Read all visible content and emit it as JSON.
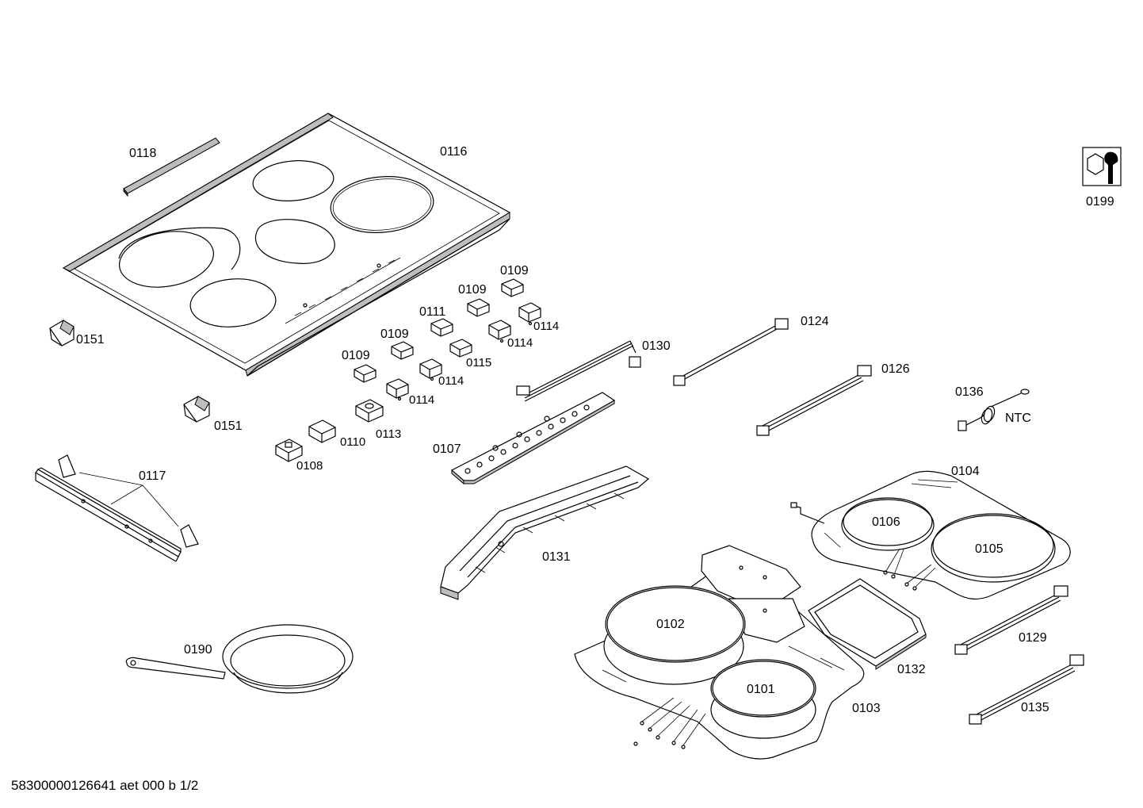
{
  "labels": {
    "p0101": "0101",
    "p0102": "0102",
    "p0103": "0103",
    "p0104": "0104",
    "p0105": "0105",
    "p0106": "0106",
    "p0107": "0107",
    "p0108": "0108",
    "p0109a": "0109",
    "p0109b": "0109",
    "p0109c": "0109",
    "p0109d": "0109",
    "p0110": "0110",
    "p0111": "0111",
    "p0113": "0113",
    "p0114a": "0114",
    "p0114b": "0114",
    "p0114c": "0114",
    "p0114d": "0114",
    "p0115": "0115",
    "p0116": "0116",
    "p0117": "0117",
    "p0118": "0118",
    "p0124": "0124",
    "p0126": "0126",
    "p0129": "0129",
    "p0130": "0130",
    "p0131": "0131",
    "p0132": "0132",
    "p0135": "0135",
    "p0136": "0136",
    "ntc": "NTC",
    "p0151a": "0151",
    "p0151b": "0151",
    "p0190": "0190",
    "p0199": "0199"
  },
  "footer": "58300000126641 aet 000 b 1/2",
  "icons": {
    "service_tool": "nut-and-wrench-icon"
  }
}
